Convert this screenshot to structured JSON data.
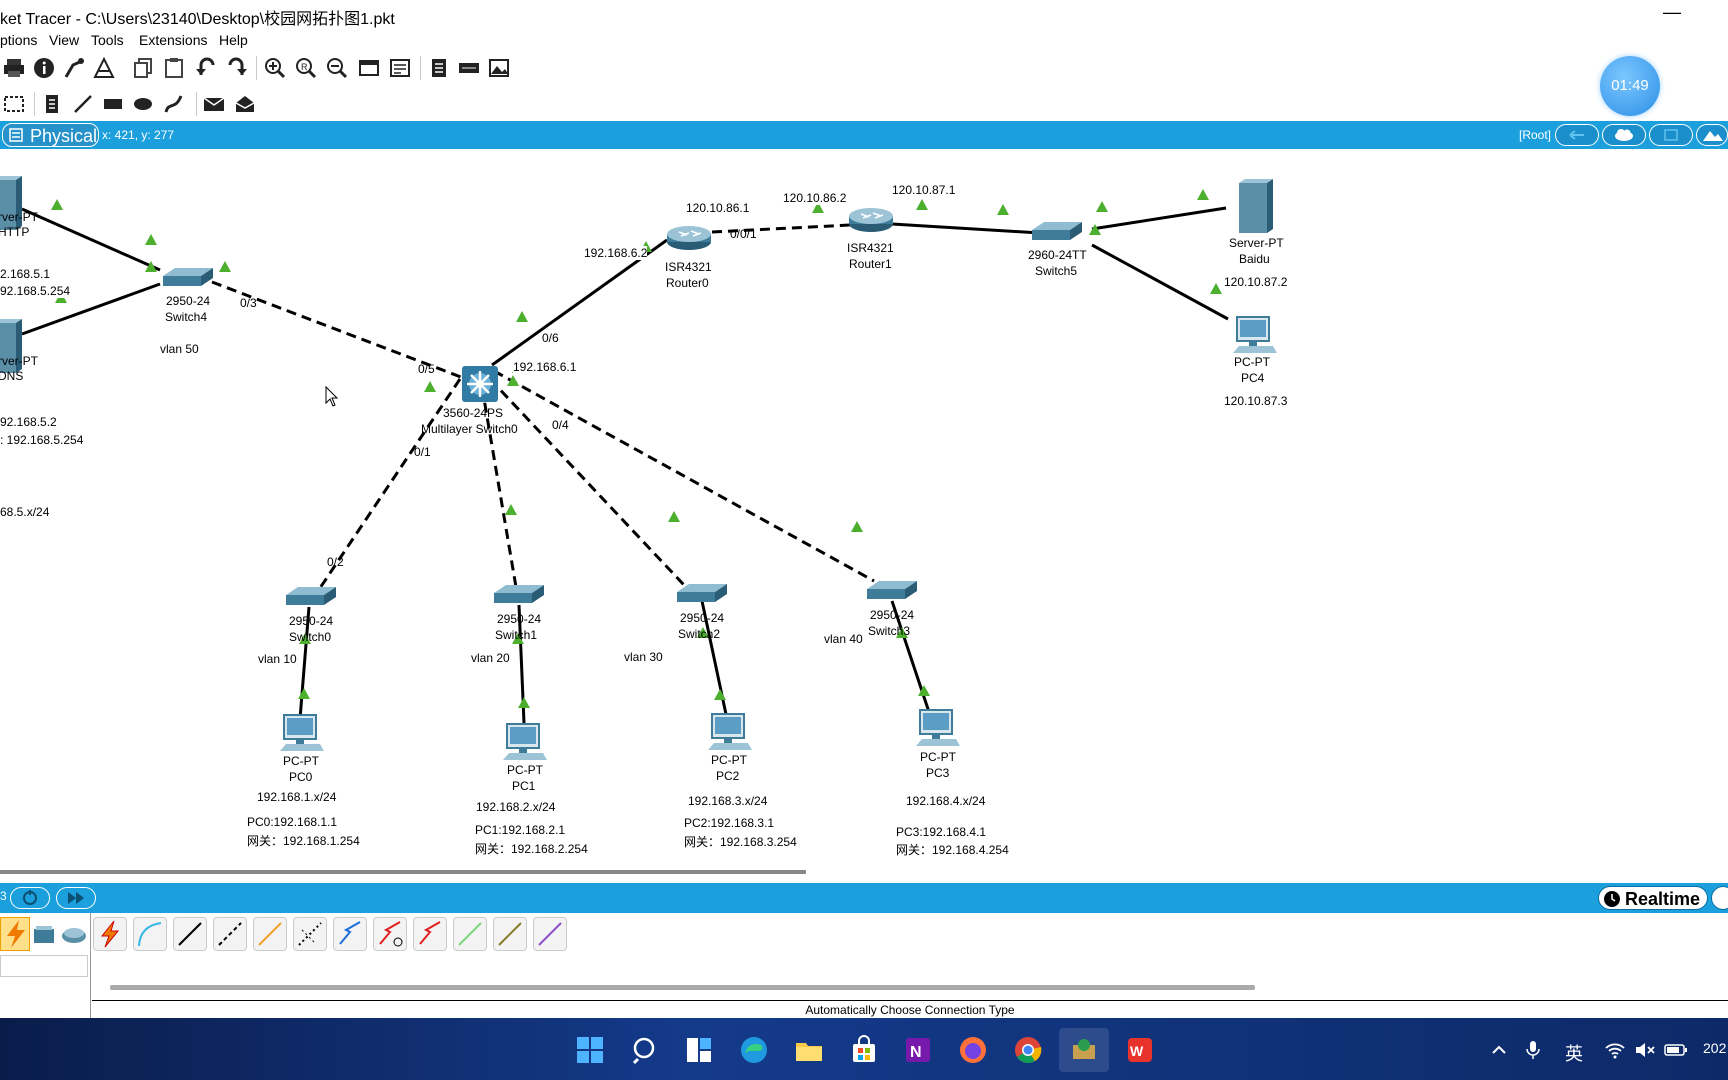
{
  "window": {
    "title": "ket Tracer - C:\\Users\\23140\\Desktop\\校园网拓扑图1.pkt",
    "minimize": "—"
  },
  "menu": [
    "ptions",
    "View",
    "Tools",
    "Extensions",
    "Help"
  ],
  "timer": "01:49",
  "physical_bar": {
    "tab": "Physical",
    "coords": "x: 421, y: 277",
    "root": "[Root]"
  },
  "simbar": {
    "left": "3",
    "mode": "Realtime"
  },
  "status": "Automatically Choose Connection Type",
  "taskbar": {
    "ime": "英",
    "clock": "202"
  },
  "topology": {
    "devices": [
      {
        "id": "http",
        "model": "rver-PT",
        "name": "HTTP"
      },
      {
        "id": "dns",
        "model": "rver-PT",
        "name": "DNS"
      },
      {
        "id": "switch4",
        "model": "2950-24",
        "name": "Switch4"
      },
      {
        "id": "msw",
        "model": "3560-24PS",
        "name": "Multilayer Switch0"
      },
      {
        "id": "router0",
        "model": "ISR4321",
        "name": "Router0"
      },
      {
        "id": "router1",
        "model": "ISR4321",
        "name": "Router1"
      },
      {
        "id": "switch5",
        "model": "2960-24TT",
        "name": "Switch5"
      },
      {
        "id": "baidu",
        "model": "Server-PT",
        "name": "Baidu"
      },
      {
        "id": "pc4",
        "model": "PC-PT",
        "name": "PC4"
      },
      {
        "id": "switch0",
        "model": "2950-24",
        "name": "Switch0"
      },
      {
        "id": "switch1",
        "model": "2950-24",
        "name": "Switch1"
      },
      {
        "id": "switch2",
        "model": "2950-24",
        "name": "Switch2"
      },
      {
        "id": "switch3",
        "model": "2950-24",
        "name": "Switch3"
      },
      {
        "id": "pc0",
        "model": "PC-PT",
        "name": "PC0"
      },
      {
        "id": "pc1",
        "model": "PC-PT",
        "name": "PC1"
      },
      {
        "id": "pc2",
        "model": "PC-PT",
        "name": "PC2"
      },
      {
        "id": "pc3",
        "model": "PC-PT",
        "name": "PC3"
      }
    ],
    "ports": [
      "0/3",
      "0/5",
      "0/6",
      "0/0/1",
      "0/1",
      "0/2",
      "0/4"
    ],
    "ip_labels": {
      "http_ip": "2.168.5.1",
      "http_gw": "92.168.5.254",
      "dns_ip": "92.168.5.2",
      "dns_gw": ": 192.168.5.254",
      "subnet5": "68.5.x/24",
      "r0_lan": "192.168.6.2",
      "r0_wan": "120.10.86.1",
      "r1_wan": "120.10.86.2",
      "r1_lan": "120.10.87.1",
      "msw_ip": "192.168.6.1",
      "baidu_ip": "120.10.87.2",
      "pc4_ip": "120.10.87.3"
    },
    "vlans": [
      "vlan 50",
      "vlan 10",
      "vlan 20",
      "vlan 30",
      "vlan 40"
    ],
    "pc_info": [
      {
        "subnet": "192.168.1.x/24",
        "ip": "PC0:192.168.1.1",
        "gw": "网关：192.168.1.254"
      },
      {
        "subnet": "192.168.2.x/24",
        "ip": "PC1:192.168.2.1",
        "gw": "网关：192.168.2.254"
      },
      {
        "subnet": "192.168.3.x/24",
        "ip": "PC2:192.168.3.1",
        "gw": "网关：192.168.3.254"
      },
      {
        "subnet": "192.168.4.x/24",
        "ip": "PC3:192.168.4.1",
        "gw": "网关：192.168.4.254"
      }
    ]
  }
}
